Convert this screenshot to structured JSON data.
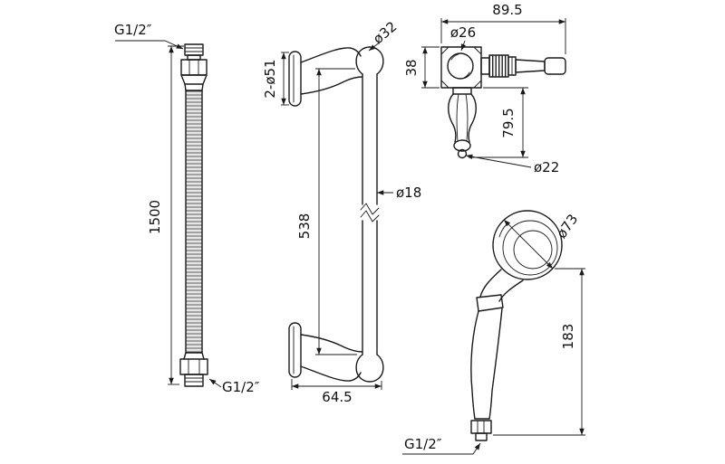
{
  "drawing": {
    "background_color": "#ffffff",
    "line_color": "#1a1a1a",
    "components": {
      "shower_hose": {
        "top_thread": "G1/2″",
        "length": "1500",
        "bottom_thread": "G1/2″"
      },
      "riser_rail": {
        "flanges": "2-ø51",
        "end_cap": "ø32",
        "tube": "ø18",
        "length": "538",
        "bracket_depth": "64.5"
      },
      "holder": {
        "width": "89.5",
        "ball": "ø26",
        "bracket_height": "38",
        "cone_length": "79.5",
        "cone_tip": "ø22"
      },
      "handset": {
        "head": "ø73",
        "handle_length": "183",
        "thread": "G1/2″"
      }
    }
  }
}
